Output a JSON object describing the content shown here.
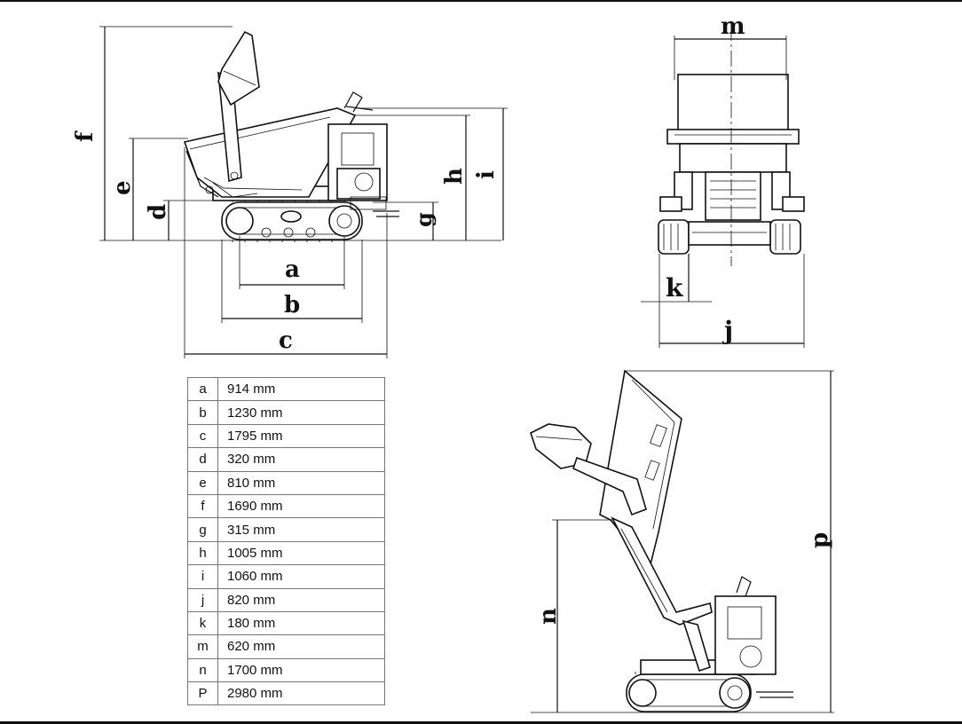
{
  "labels": {
    "a": "a",
    "b": "b",
    "c": "c",
    "d": "d",
    "e": "e",
    "f": "f",
    "g": "g",
    "h": "h",
    "i": "i",
    "j": "j",
    "k": "k",
    "m": "m",
    "n": "n",
    "p": "p"
  },
  "specs": [
    {
      "key": "a",
      "value": "914 mm"
    },
    {
      "key": "b",
      "value": "1230 mm"
    },
    {
      "key": "c",
      "value": "1795 mm"
    },
    {
      "key": "d",
      "value": "320 mm"
    },
    {
      "key": "e",
      "value": "810 mm"
    },
    {
      "key": "f",
      "value": "1690 mm"
    },
    {
      "key": "g",
      "value": "315 mm"
    },
    {
      "key": "h",
      "value": "1005 mm"
    },
    {
      "key": "i",
      "value": "1060 mm"
    },
    {
      "key": "j",
      "value": "820 mm"
    },
    {
      "key": "k",
      "value": "180 mm"
    },
    {
      "key": "m",
      "value": "620 mm"
    },
    {
      "key": "n",
      "value": "1700 mm"
    },
    {
      "key": "P",
      "value": "2980 mm"
    }
  ]
}
